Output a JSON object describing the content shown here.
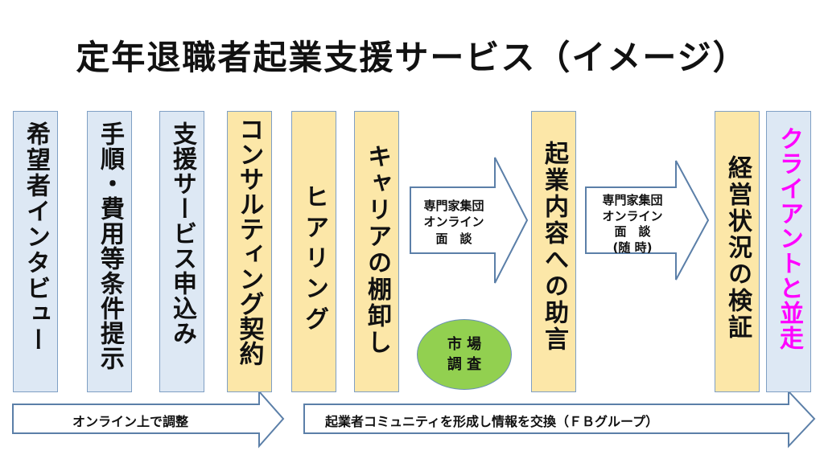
{
  "title": "定年退職者起業支援サービス（イメージ）",
  "columns": [
    {
      "label": "希望者インタビュー",
      "style": "blue",
      "color": "#111111"
    },
    {
      "label": "手順・費用等条件提示",
      "style": "blue",
      "color": "#111111"
    },
    {
      "label": "支援サービス申込み",
      "style": "blue",
      "color": "#111111"
    },
    {
      "label": "コンサルティング契約",
      "style": "yellow",
      "color": "#111111"
    },
    {
      "label": "ヒアリング",
      "style": "yellow",
      "color": "#111111"
    },
    {
      "label": "キャリアの棚卸し",
      "style": "yellow",
      "color": "#111111"
    },
    {
      "label": "起業内容への助言",
      "style": "yellow",
      "color": "#111111"
    },
    {
      "label": "経営状況の検証",
      "style": "yellow",
      "color": "#111111"
    },
    {
      "label": "クライアントと並走",
      "style": "blue",
      "color": "#ff00ff"
    }
  ],
  "arrows": {
    "consult1": "専門家集団\nオンライン\n面　談",
    "consult2": "専門家集団\nオンライン\n面　談\n(随 時)",
    "bottom_left": "オンライン上で調整",
    "bottom_right": "起業者コミュニティを形成し情報を交換（ＦＢグループ）"
  },
  "market": "市 場\n調 査",
  "colors": {
    "blue_fill": "#dde8f4",
    "yellow_fill": "#fce7a8",
    "border": "#7f9fc4",
    "market_fill": "#92d050",
    "highlight": "#ff00ff"
  }
}
